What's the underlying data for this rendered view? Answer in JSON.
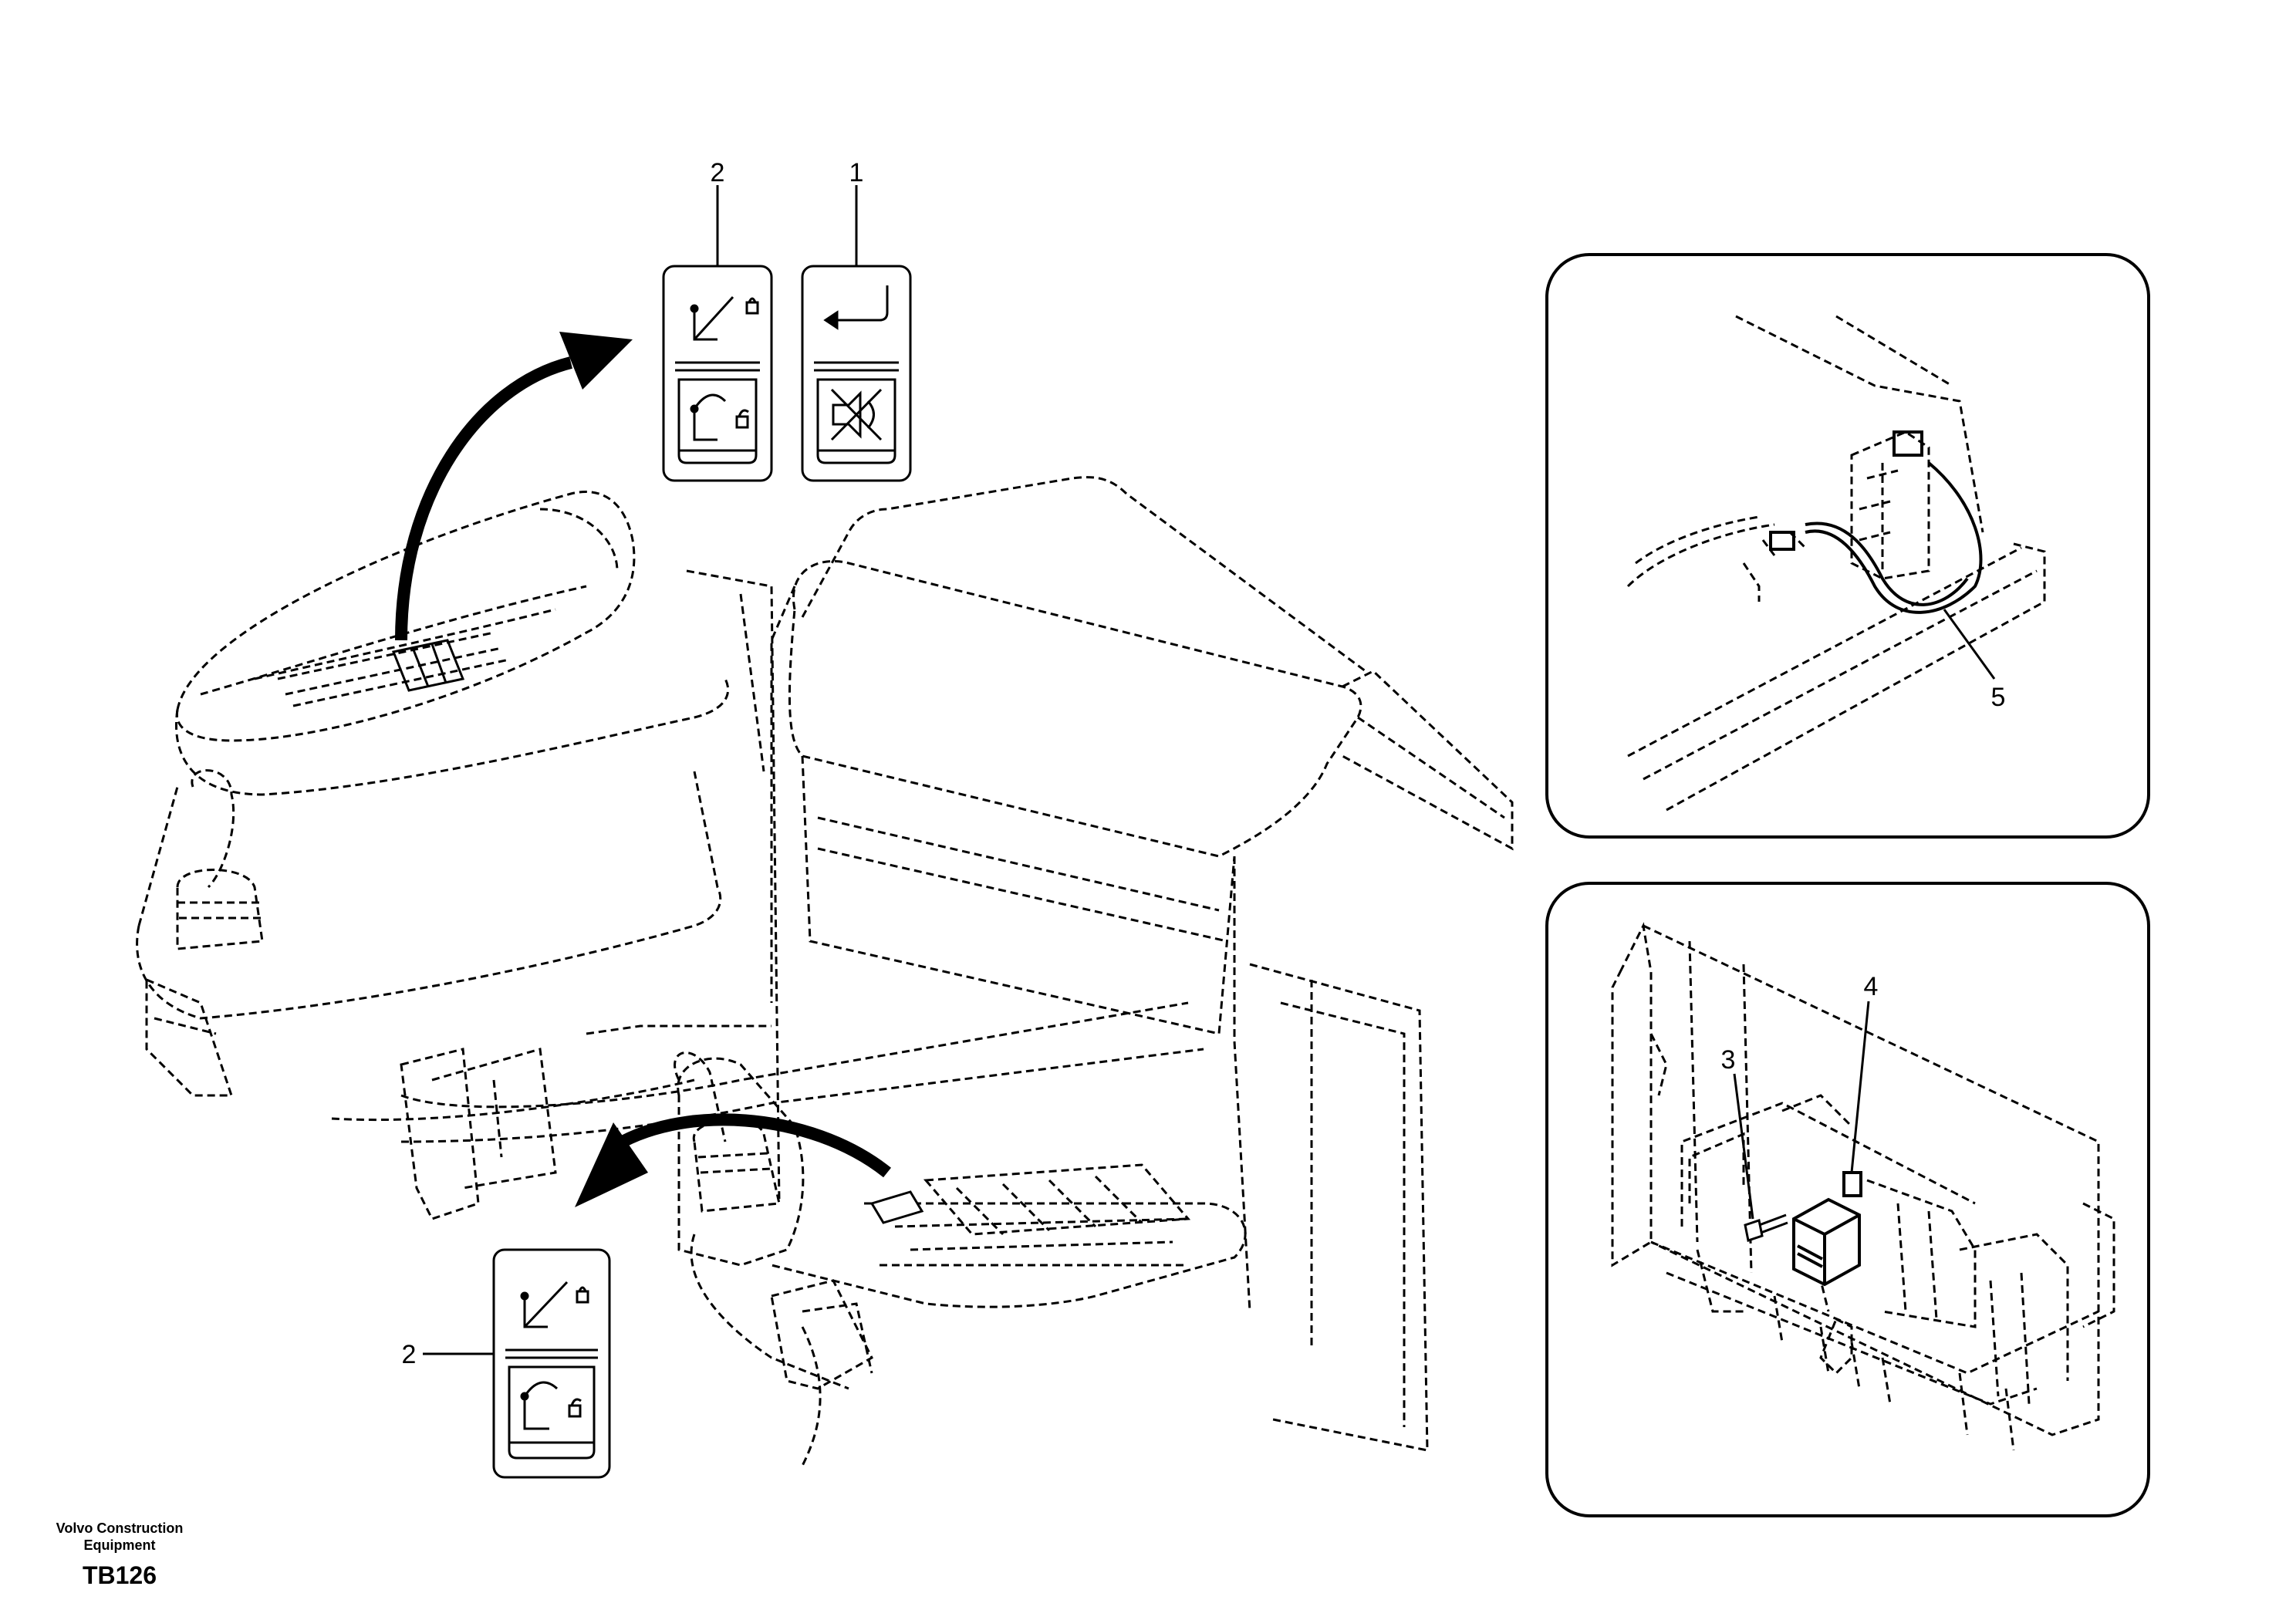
{
  "callouts": {
    "c1": "1",
    "c2_top": "2",
    "c2_bottom": "2",
    "c3": "3",
    "c4": "4",
    "c5": "5"
  },
  "footer": {
    "company_line1": "Volvo Construction",
    "company_line2": "Equipment",
    "drawing_code": "TB126"
  },
  "colors": {
    "ink": "#000000",
    "background": "#ffffff"
  },
  "icons": [
    "lock-lever-icon",
    "unlock-lever-icon",
    "return-arrow-icon",
    "buzzer-mute-icon"
  ]
}
